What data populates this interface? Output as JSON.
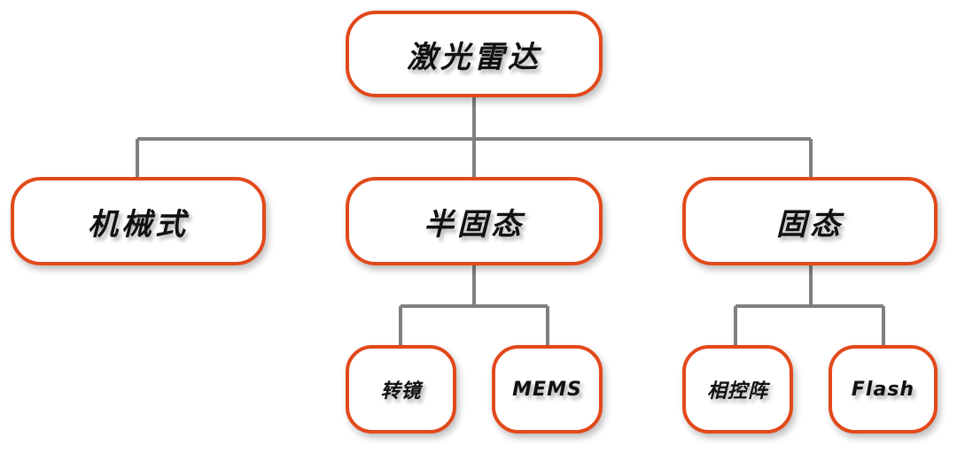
{
  "root": {
    "label": "激光雷达"
  },
  "level1": [
    {
      "label": "机械式"
    },
    {
      "label": "半固态"
    },
    {
      "label": "固态"
    }
  ],
  "leaves": [
    {
      "label": "转镜",
      "parent": "半固态"
    },
    {
      "label": "MEMS",
      "parent": "半固态"
    },
    {
      "label": "相控阵",
      "parent": "固态"
    },
    {
      "label": "Flash",
      "parent": "固态"
    }
  ],
  "colors": {
    "border": "#e2491a",
    "connector": "#808080"
  }
}
